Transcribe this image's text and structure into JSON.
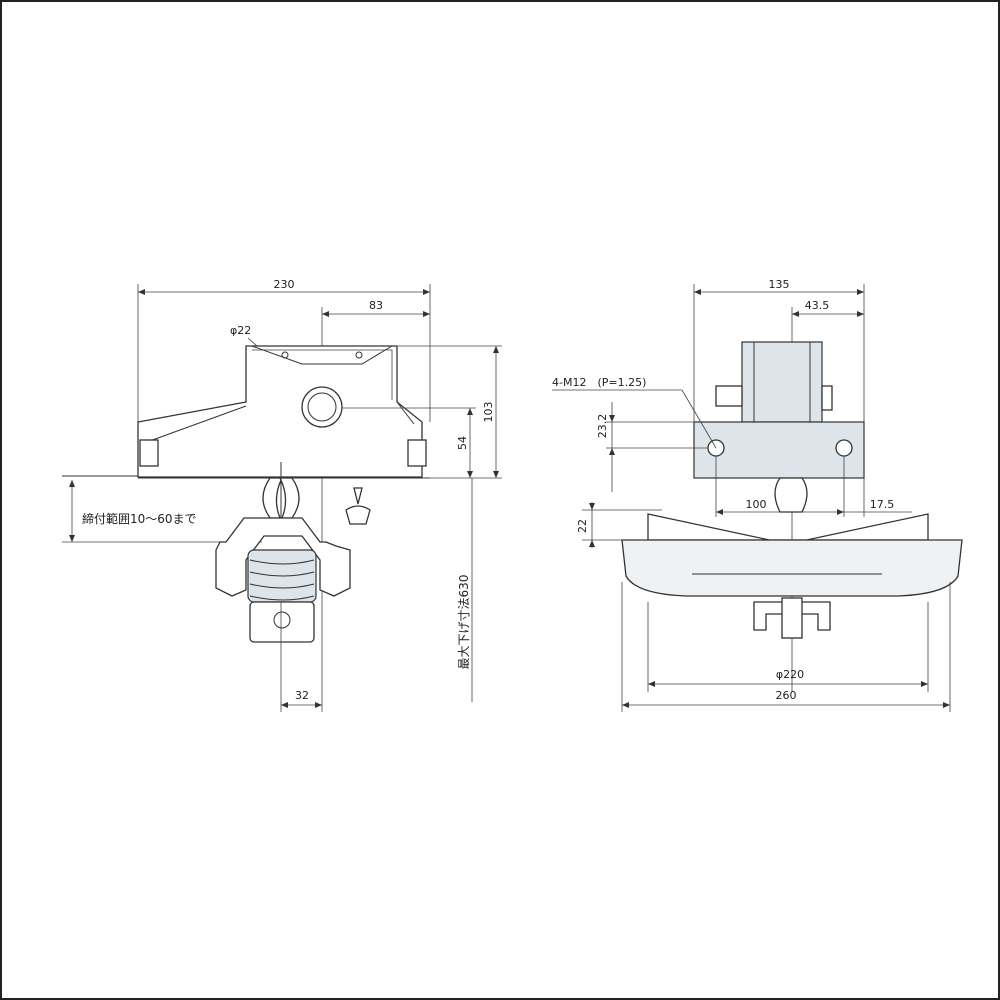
{
  "left_view": {
    "dim_width": "230",
    "dim_offset": "83",
    "dim_hole": "φ22",
    "dim_height": "103",
    "dim_inner": "54",
    "clamp_range": "締付範囲10～60まで",
    "max_hang": "最大下げ寸法630",
    "dim_bottom": "32"
  },
  "right_view": {
    "dim_width": "135",
    "dim_offset": "43.5",
    "bolt_spec": "4-M12　(P=1.25)",
    "dim_vertical": "23.2",
    "dim_spacing": "100",
    "dim_side": "17.5",
    "dim_thickness": "22",
    "dim_dia": "φ220",
    "dim_overall": "260"
  }
}
